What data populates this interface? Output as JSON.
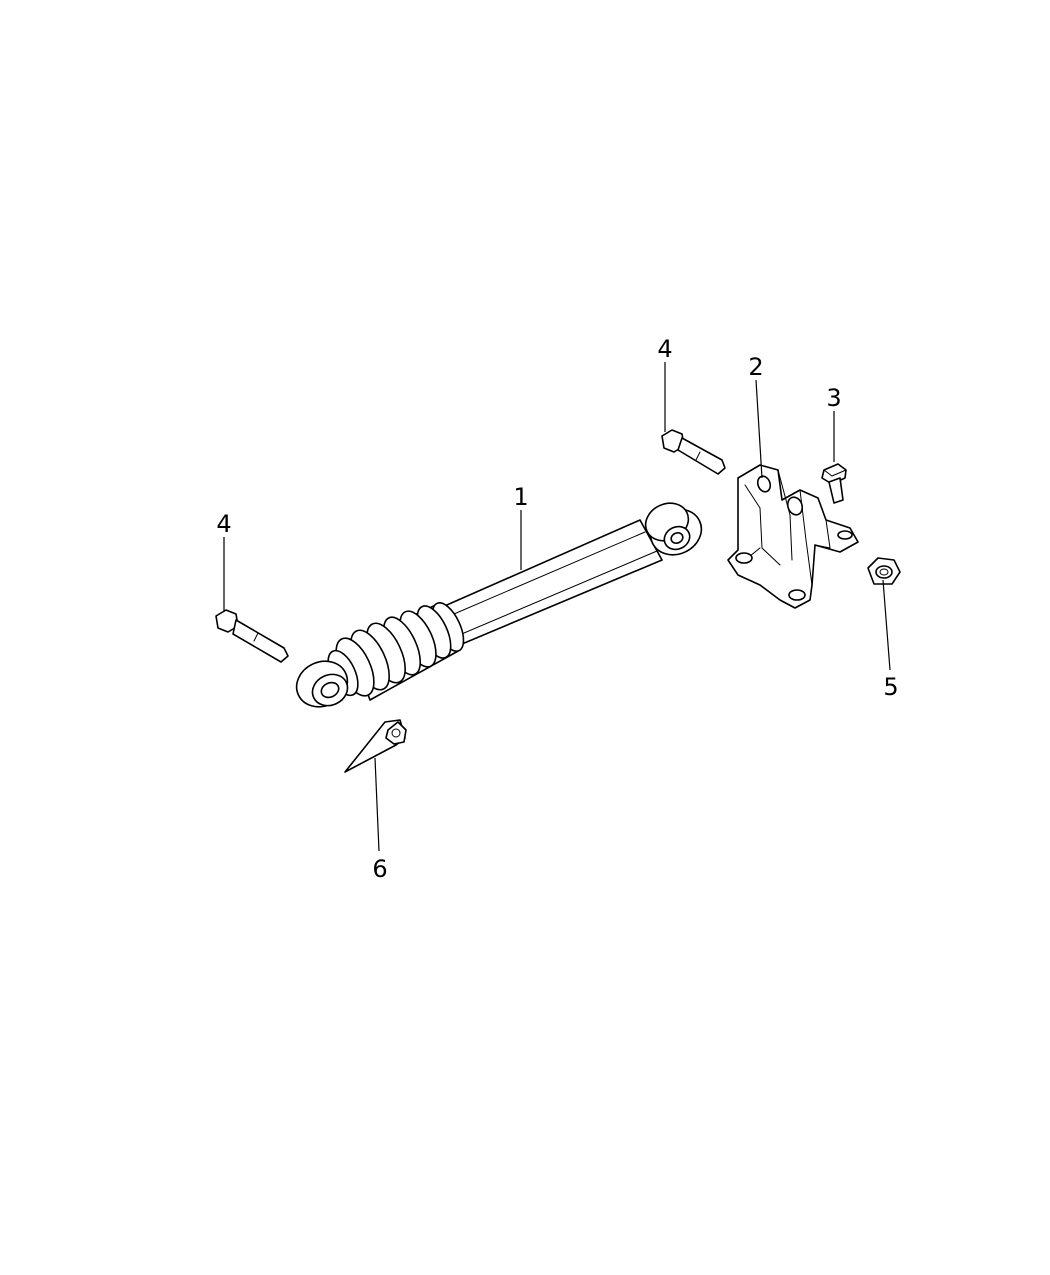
{
  "callouts": {
    "shock_absorber": "1",
    "mount_bracket": "2",
    "bracket_bolt": "3",
    "shock_bolt_upper": "4",
    "shock_bolt_lower": "4",
    "flange_nut": "5",
    "nut_retainer": "6"
  }
}
